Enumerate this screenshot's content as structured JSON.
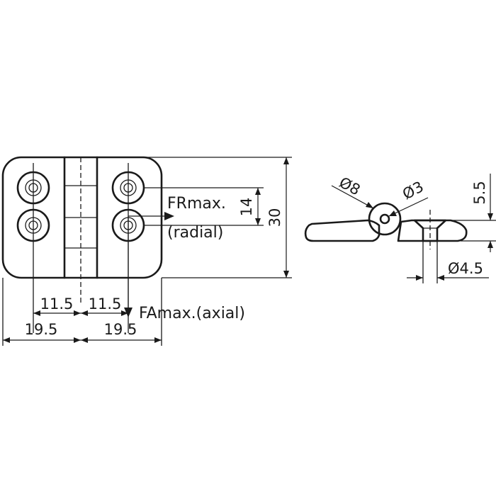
{
  "diagram": {
    "dimensions": {
      "hole_offset_left": "11.5",
      "hole_offset_right": "11.5",
      "half_width_left": "19.5",
      "half_width_right": "19.5",
      "hole_spacing": "14",
      "overall_height": "30",
      "knuckle_diameter": "8",
      "pin_diameter": "3",
      "leaf_thickness": "5.5",
      "countersink_diameter": "4.5"
    },
    "diameter_symbol": "Ø",
    "forces": {
      "radial_line1": "FRmax.",
      "radial_line2": "(radial)",
      "axial": "FAmax.(axial)"
    }
  }
}
